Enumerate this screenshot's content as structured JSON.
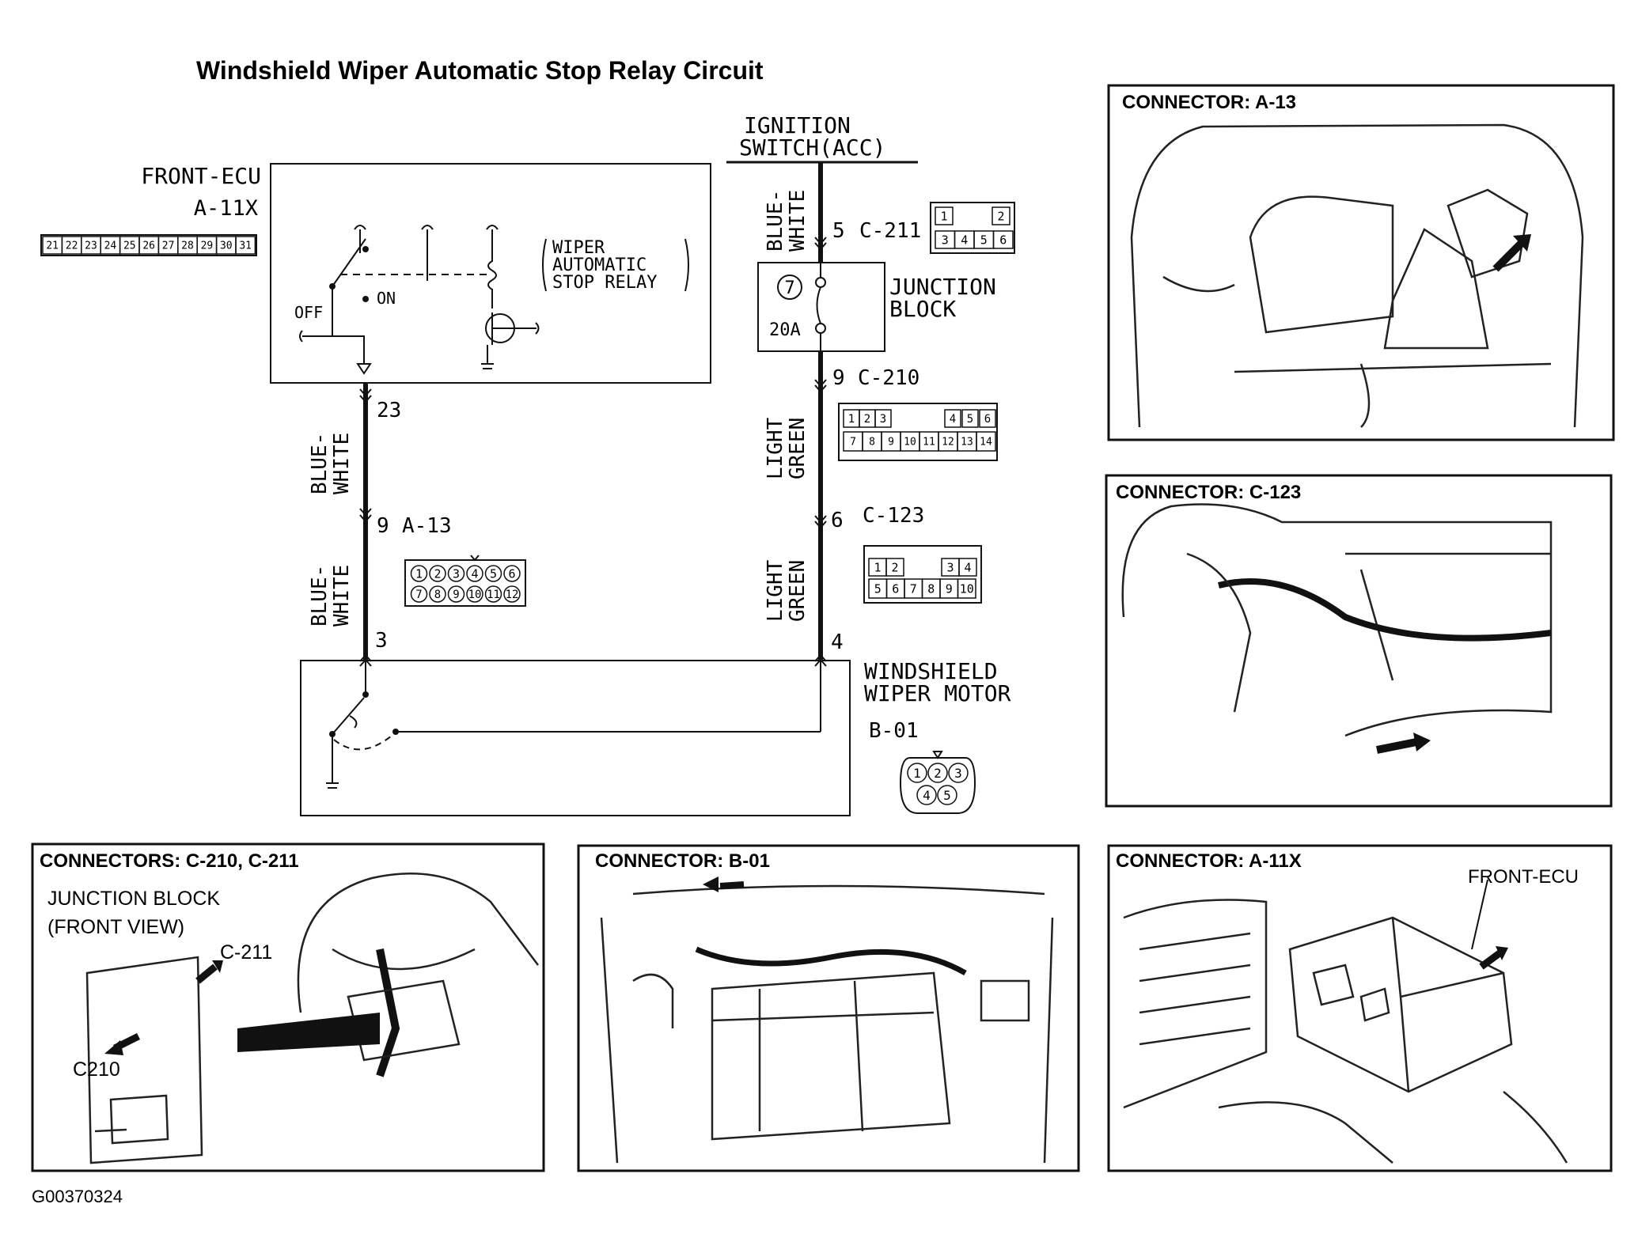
{
  "title": "Windshield Wiper Automatic Stop Relay Circuit",
  "figure_id": "G00370324",
  "front_ecu": {
    "name": "FRONT-ECU",
    "connector": "A-11X",
    "pins": [
      "21",
      "22",
      "23",
      "24",
      "25",
      "26",
      "27",
      "28",
      "29",
      "30",
      "31"
    ],
    "relay_label": [
      "WIPER",
      "AUTOMATIC",
      "STOP RELAY"
    ],
    "off_label": "OFF",
    "on_label": "ON"
  },
  "ignition": {
    "line1": "IGNITION",
    "line2": "SWITCH(ACC)"
  },
  "junction_block": {
    "line1": "JUNCTION",
    "line2": "BLOCK",
    "fuse_number": "7",
    "fuse_rating": "20A"
  },
  "wires": {
    "left_upper": [
      "BLUE-",
      "WHITE"
    ],
    "left_lower": [
      "BLUE-",
      "WHITE"
    ],
    "right_top": [
      "BLUE-",
      "WHITE"
    ],
    "right_mid": [
      "LIGHT",
      "GREEN"
    ],
    "right_lower": [
      "LIGHT",
      "GREEN"
    ]
  },
  "pins": {
    "ecu_out": "23",
    "a13_pin": "9",
    "a13_name": "A-13",
    "motor_left": "3",
    "c211_pin": "5",
    "c211_name": "C-211",
    "c210_pin": "9",
    "c210_name": "C-210",
    "c123_pin": "6",
    "c123_name": "C-123",
    "motor_right": "4"
  },
  "connector_faces": {
    "c211": [
      "1",
      "2",
      "3",
      "4",
      "5",
      "6"
    ],
    "c210_row1": [
      "1",
      "2",
      "3",
      "4",
      "5",
      "6"
    ],
    "c210_row2": [
      "7",
      "8",
      "9",
      "10",
      "11",
      "12",
      "13",
      "14"
    ],
    "a13_row1": [
      "1",
      "2",
      "3",
      "4",
      "5",
      "6"
    ],
    "a13_row2": [
      "7",
      "8",
      "9",
      "10",
      "11",
      "12"
    ],
    "c123_row1": [
      "1",
      "2",
      "3",
      "4"
    ],
    "c123_row2": [
      "5",
      "6",
      "7",
      "8",
      "9",
      "10"
    ],
    "b01": [
      "1",
      "2",
      "3",
      "4",
      "5"
    ]
  },
  "motor": {
    "line1": "WINDSHIELD",
    "line2": "WIPER MOTOR",
    "connector": "B-01"
  },
  "panels": {
    "a13": "CONNECTOR: A-13",
    "c123": "CONNECTOR: C-123",
    "c210_c211": "CONNECTORS: C-210, C-211",
    "b01": "CONNECTOR: B-01",
    "a11x": "CONNECTOR: A-11X"
  },
  "panel_labels": {
    "jb_line1": "JUNCTION BLOCK",
    "jb_line2": "(FRONT VIEW)",
    "c211": "C-211",
    "c210": "C210",
    "front_ecu": "FRONT-ECU"
  }
}
